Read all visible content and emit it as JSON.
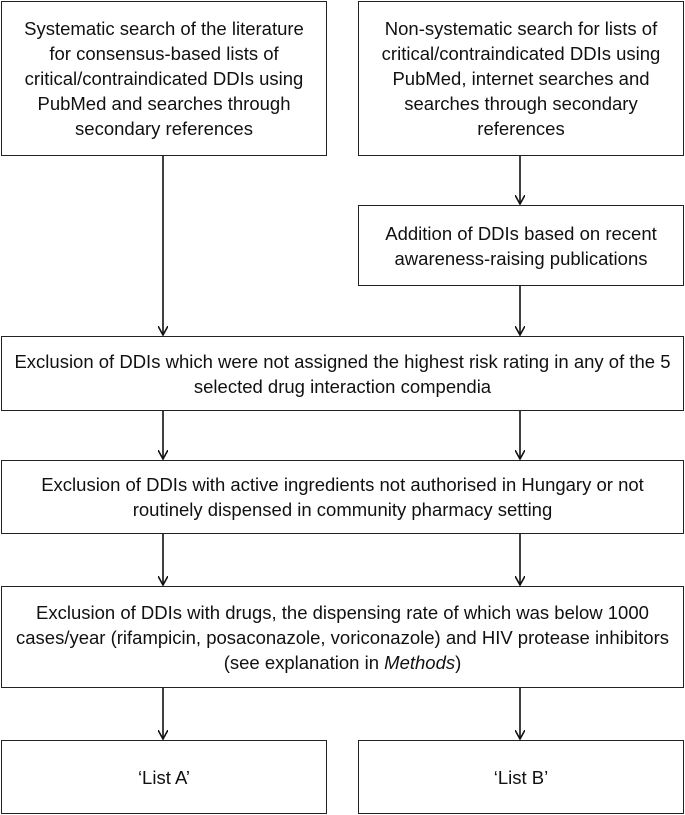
{
  "boxes": {
    "systematic_search": "Systematic search of the literature for consensus-based lists of critical/contraindicated DDIs using PubMed and searches through secondary references",
    "nonsystematic_search": "Non-systematic search for lists of critical/contraindicated DDIs using PubMed, internet searches and searches through secondary references",
    "addition": "Addition of DDIs based on recent awareness-raising publications",
    "exclusion_risk": "Exclusion of DDIs which were not assigned the highest risk rating in any of the 5 selected drug interaction compendia",
    "exclusion_hungary": "Exclusion of DDIs with active ingredients not authorised in Hungary or not routinely dispensed in community pharmacy setting",
    "exclusion_dispensing": {
      "text": "Exclusion of DDIs with drugs, the dispensing rate of which was below 1000 cases/year (rifampicin, posaconazole, voriconazole) and HIV protease inhibitors (see explanation in ",
      "italic": "Methods",
      "suffix": ")"
    },
    "list_a": "‘List A’",
    "list_b": "‘List B’"
  }
}
